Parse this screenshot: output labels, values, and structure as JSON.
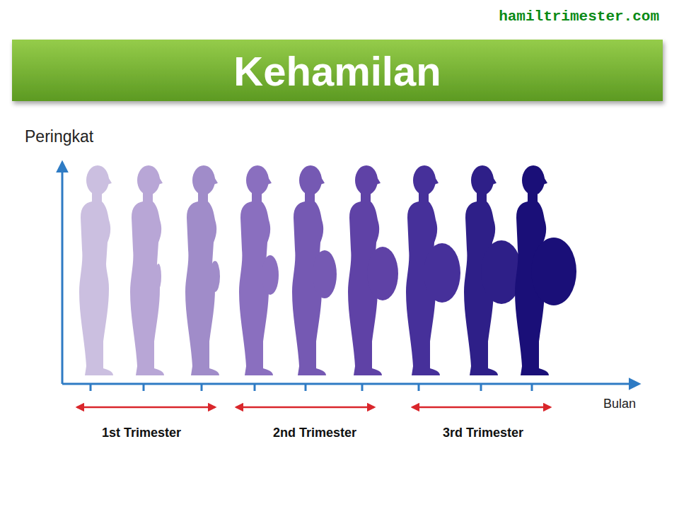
{
  "diagram": {
    "title": "Kehamilan",
    "labels": [
      "hamiltrimester.com",
      "Peringkat",
      "Bulan",
      "1st Trimester",
      "2nd Trimester",
      "3rd Trimester"
    ]
  }
}
